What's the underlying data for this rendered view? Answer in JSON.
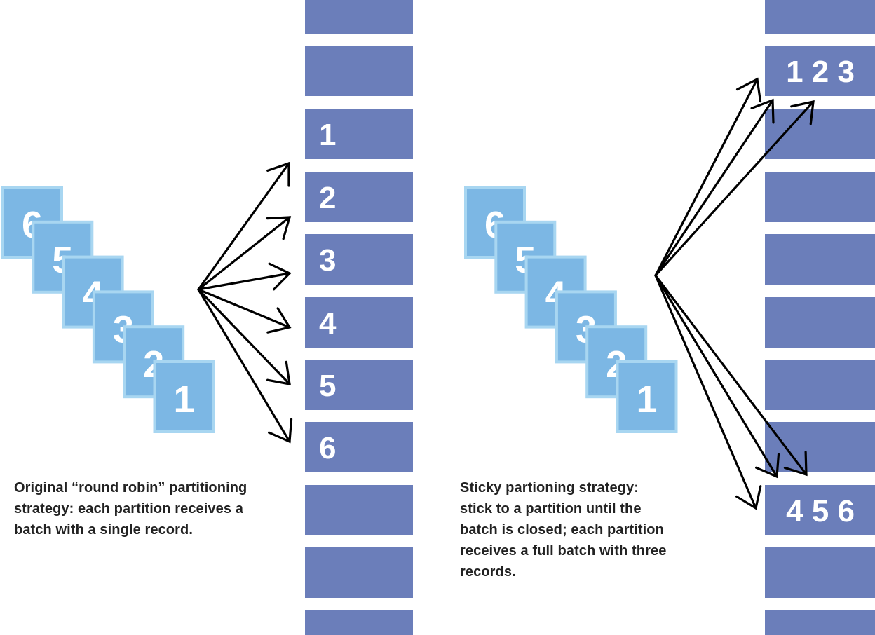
{
  "colors": {
    "partition": "#6b7eba",
    "card_fill": "#7cb7e4",
    "card_border": "#a8d6f1",
    "arrow": "#000000",
    "text": "#ffffff",
    "caption": "#222222"
  },
  "left_panel": {
    "cards": [
      "6",
      "5",
      "4",
      "3",
      "2",
      "1"
    ],
    "partition_labels": [
      "",
      "",
      "1",
      "2",
      "3",
      "4",
      "5",
      "6",
      "",
      "",
      ""
    ],
    "caption_lines": [
      "Original “round robin” partitioning",
      "strategy: each partition receives a",
      "batch with a single record."
    ]
  },
  "right_panel": {
    "cards": [
      "6",
      "5",
      "4",
      "3",
      "2",
      "1"
    ],
    "partition_labels": [
      "",
      "1 2 3",
      "",
      "",
      "",
      "",
      "",
      "",
      "4 5 6",
      "",
      ""
    ],
    "caption_lines": [
      "Sticky partioning strategy:",
      "stick to a partition until the",
      "batch is closed; each partition",
      "receives a full batch with three",
      "records."
    ]
  }
}
